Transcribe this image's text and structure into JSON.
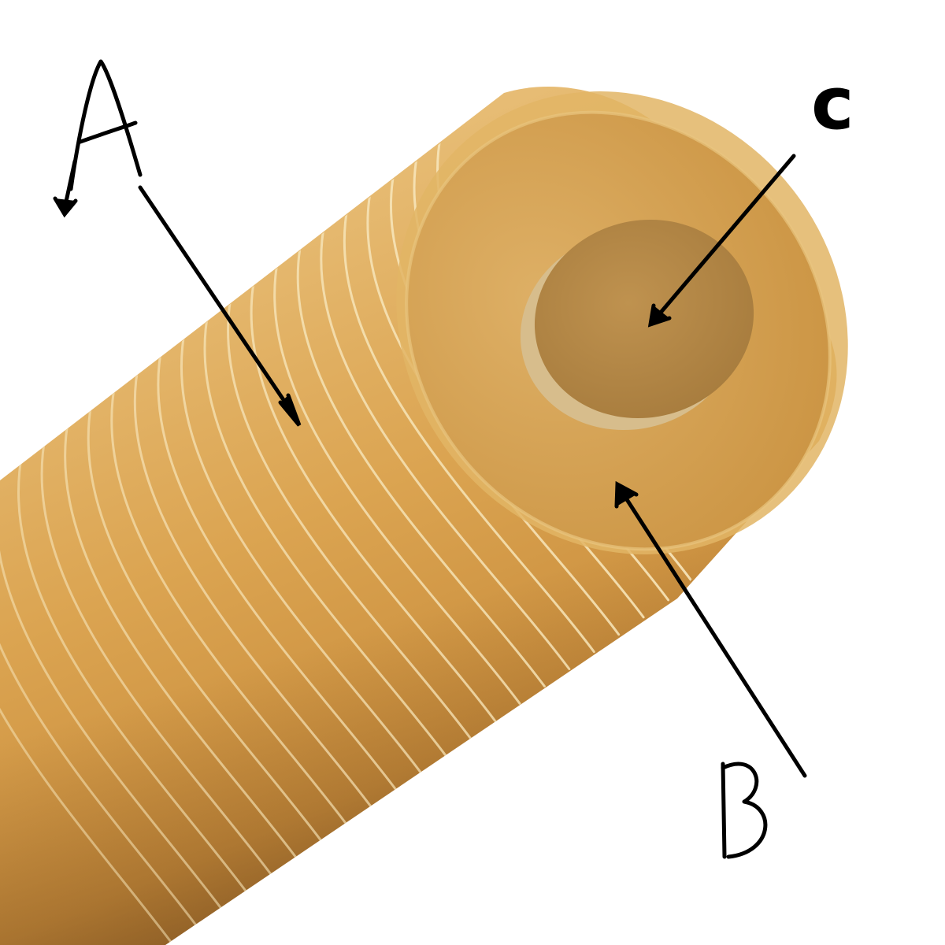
{
  "labels": {
    "a": "A",
    "b": "B",
    "c": "c"
  },
  "colors": {
    "background": "#ffffff",
    "cuticle": "#d9a04c",
    "cuticle_dark": "#b8792e",
    "cuticle_light": "#efcf8e",
    "cortex": "#cf9c4a",
    "cortex_face": "#d9a858",
    "medulla": "#b68a48",
    "medulla_side": "#d2b98a",
    "ink": "#000000"
  }
}
